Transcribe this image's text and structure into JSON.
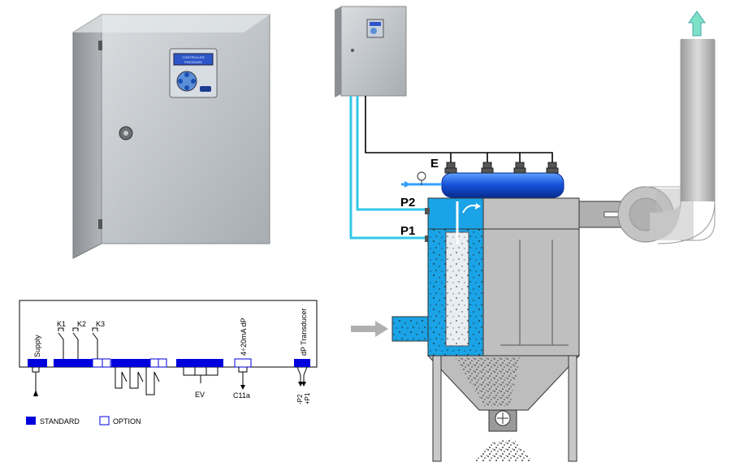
{
  "device": {
    "display_line1": "CONTROLLER",
    "display_line2": "PRESSURE"
  },
  "process_labels": {
    "electrovalve": "E",
    "pressure_2": "P2",
    "pressure_1": "P1"
  },
  "wiring": {
    "supply": "Supply",
    "relay_1": "K1",
    "relay_2": "K2",
    "relay_3": "K3",
    "analog_output": "4÷20mA dP",
    "transducer": "dP Transducer",
    "ev_label": "EV",
    "c11a_label": "C11a",
    "p2_label": "-P2",
    "p1_label": "+P1"
  },
  "legend": {
    "standard": "STANDARD",
    "option": "OPTION"
  },
  "colors": {
    "standard_fill": "#0000dd",
    "filter_blue": "#1aa3e6",
    "air_line": "#33c8e8",
    "cabinet": "#c8ccd0",
    "duct": "#bcbcbc",
    "arrow_up": "#7fe0c8"
  }
}
